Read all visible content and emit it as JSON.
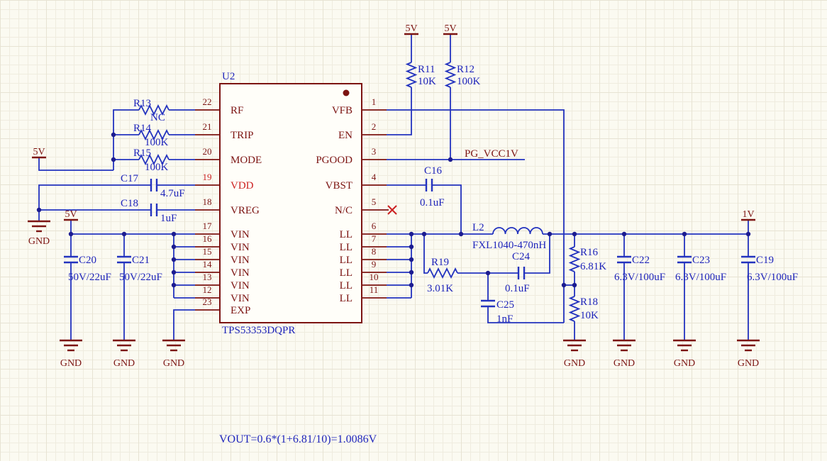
{
  "ic": {
    "designator": "U2",
    "part_number": "TPS53353DQPR",
    "left_pins": [
      {
        "num": "22",
        "name": "RF"
      },
      {
        "num": "21",
        "name": "TRIP"
      },
      {
        "num": "20",
        "name": "MODE"
      },
      {
        "num": "19",
        "name": "VDD"
      },
      {
        "num": "18",
        "name": "VREG"
      },
      {
        "num": "17",
        "name": "VIN"
      },
      {
        "num": "16",
        "name": "VIN"
      },
      {
        "num": "15",
        "name": "VIN"
      },
      {
        "num": "14",
        "name": "VIN"
      },
      {
        "num": "13",
        "name": "VIN"
      },
      {
        "num": "12",
        "name": "VIN"
      },
      {
        "num": "23",
        "name": "EXP"
      }
    ],
    "right_pins": [
      {
        "num": "1",
        "name": "VFB"
      },
      {
        "num": "2",
        "name": "EN"
      },
      {
        "num": "3",
        "name": "PGOOD"
      },
      {
        "num": "4",
        "name": "VBST"
      },
      {
        "num": "5",
        "name": "N/C"
      },
      {
        "num": "6",
        "name": "LL"
      },
      {
        "num": "7",
        "name": "LL"
      },
      {
        "num": "8",
        "name": "LL"
      },
      {
        "num": "9",
        "name": "LL"
      },
      {
        "num": "10",
        "name": "LL"
      },
      {
        "num": "11",
        "name": "LL"
      }
    ]
  },
  "resistors": {
    "R11": {
      "ref": "R11",
      "value": "10K"
    },
    "R12": {
      "ref": "R12",
      "value": "100K"
    },
    "R13": {
      "ref": "R13",
      "value": "NC"
    },
    "R14": {
      "ref": "R14",
      "value": "100K"
    },
    "R15": {
      "ref": "R15",
      "value": "100K"
    },
    "R16": {
      "ref": "R16",
      "value": "6.81K"
    },
    "R18": {
      "ref": "R18",
      "value": "10K"
    },
    "R19": {
      "ref": "R19",
      "value": "3.01K"
    }
  },
  "capacitors": {
    "C16": {
      "ref": "C16",
      "value": "0.1uF"
    },
    "C17": {
      "ref": "C17",
      "value": "4.7uF"
    },
    "C18": {
      "ref": "C18",
      "value": "1uF"
    },
    "C19": {
      "ref": "C19",
      "value": "6.3V/100uF"
    },
    "C20": {
      "ref": "C20",
      "value": "50V/22uF"
    },
    "C21": {
      "ref": "C21",
      "value": "50V/22uF"
    },
    "C22": {
      "ref": "C22",
      "value": "6.3V/100uF"
    },
    "C23": {
      "ref": "C23",
      "value": "6.3V/100uF"
    },
    "C24": {
      "ref": "C24",
      "value": "0.1uF"
    },
    "C25": {
      "ref": "C25",
      "value": "1nF"
    }
  },
  "inductor": {
    "ref": "L2",
    "value": "FXL1040-470nH"
  },
  "power": {
    "rail_5v": "5V",
    "rail_1v": "1V",
    "ground": "GND"
  },
  "net_labels": {
    "pgood": "PG_VCC1V"
  },
  "annotation": "VOUT=0.6*(1+6.81/10)=1.0086V",
  "colors": {
    "wire_blue": "#2333bf",
    "symbol_maroon": "#7c1412",
    "label_blue": "#1f25bb",
    "junction": "#1c1c90",
    "background": "#fbfaf1"
  }
}
